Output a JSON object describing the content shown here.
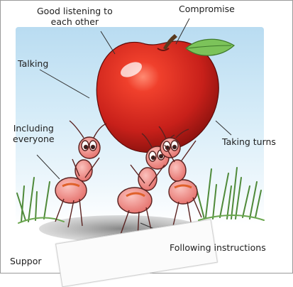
{
  "labels": {
    "good_listening": "Good listening to\neach other",
    "compromise": "Compromise",
    "talking": "Talking",
    "including_everyone": "Including\neveryone",
    "taking_turns": "Taking turns",
    "following_instructions": "Following instructions",
    "support_partial": "Suppor"
  },
  "colors": {
    "apple_red": "#d6281c",
    "leaf_green": "#7cc35a",
    "ant_pink": "#f08a86",
    "ant_stripe": "#e0612a",
    "grass_green": "#4f8a3a",
    "sky_blue": "#c7e4f4"
  }
}
